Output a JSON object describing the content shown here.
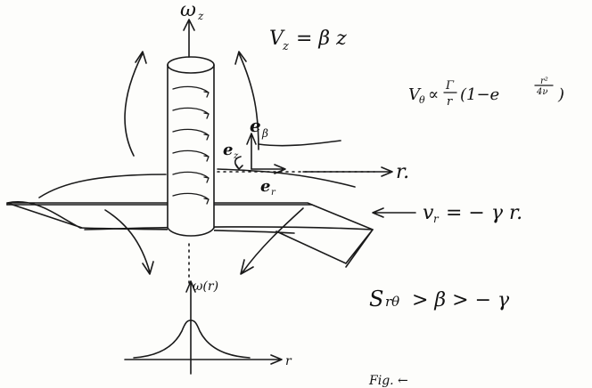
{
  "labels": {
    "omega_z": "ω",
    "omega_z_sub": "z",
    "vz": "V",
    "vz_sub": "z",
    "vz_rhs": "= β z",
    "vtheta_lhs": "V",
    "vtheta_sub": "θ",
    "vtheta_prop": "∝",
    "vtheta_gamma": "Γ",
    "vtheta_r": "r",
    "vtheta_paren": "(1−e",
    "vtheta_exp_num": "r²",
    "vtheta_exp_den": "4ν",
    "vtheta_close": ")",
    "e_beta": "e",
    "e_beta_sub": "β",
    "e_z": "e",
    "e_z_sub": "z",
    "e_r": "e",
    "e_r_sub": "r",
    "r_axis": "r.",
    "vr": "v",
    "vr_sub": "r",
    "vr_rhs": "= − γ r.",
    "omega_r": "ω(r)",
    "inequality": "S",
    "inequality_sub": "rθ",
    "inequality_rhs": "> β > − γ",
    "r_lower": "r",
    "fig_caption": "Fig. ←"
  }
}
